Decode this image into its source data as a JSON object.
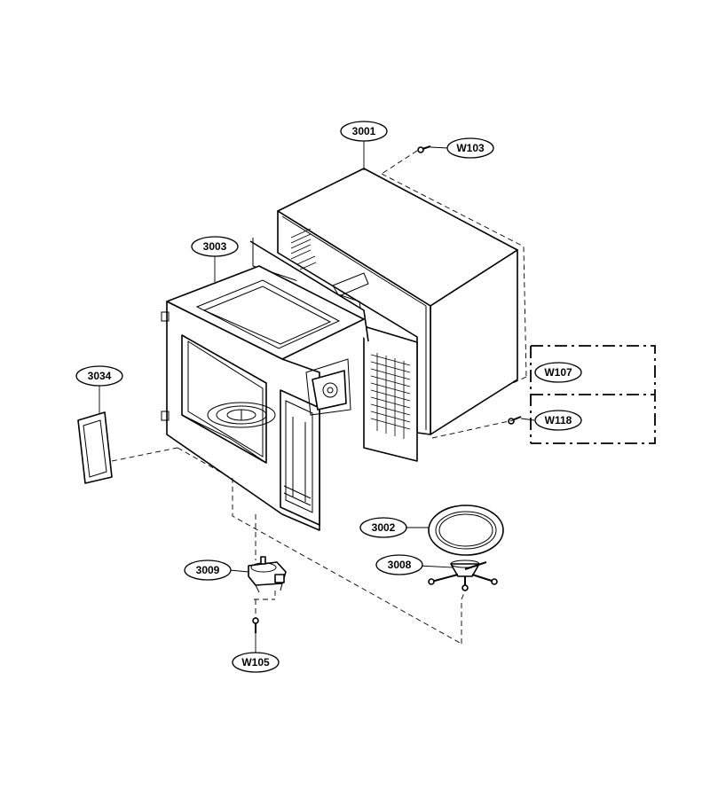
{
  "callouts": {
    "c3001": "3001",
    "cW103": "W103",
    "c3003": "3003",
    "c3034": "3034",
    "cW107": "W107",
    "cW118": "W118",
    "c3002": "3002",
    "c3008": "3008",
    "c3009": "3009",
    "cW105": "W105"
  }
}
